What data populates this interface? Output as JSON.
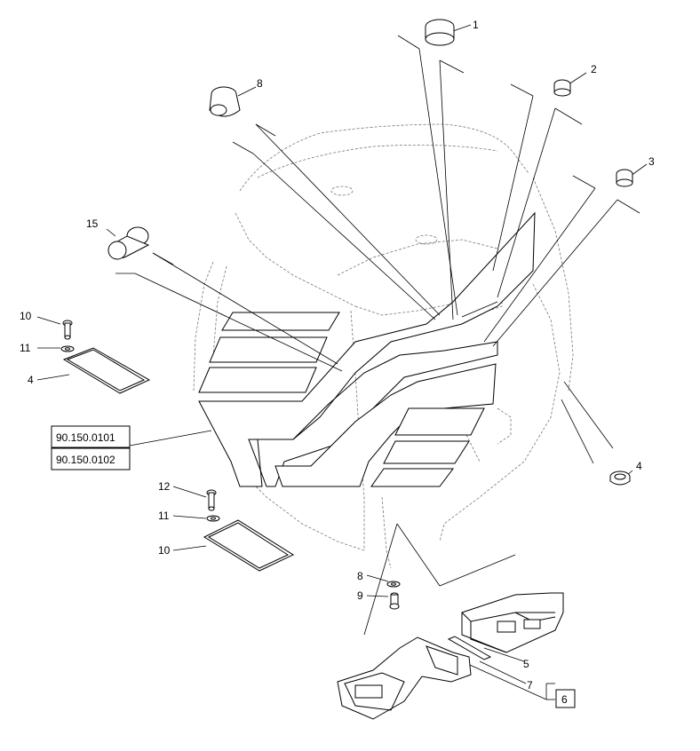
{
  "callouts": {
    "c1": "1",
    "c2": "2",
    "c3": "3",
    "c4a": "4",
    "c4b": "4",
    "c5": "5",
    "c6": "6",
    "c7": "7",
    "c8a": "8",
    "c8b": "8",
    "c9": "9",
    "c10a": "10",
    "c10b": "10",
    "c11a": "11",
    "c11b": "11",
    "c12": "12",
    "c15": "15"
  },
  "references": {
    "ref1": "90.150.0101",
    "ref2": "90.150.0102"
  }
}
